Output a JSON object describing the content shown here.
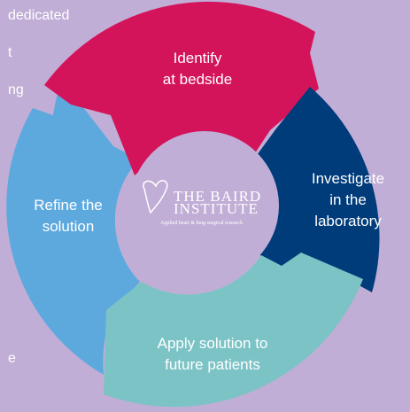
{
  "background_text": {
    "line1": "dedicated",
    "line2": "t",
    "line3": "ng",
    "line4": "e"
  },
  "cycle": {
    "segments": [
      {
        "id": "identify",
        "line1": "Identify",
        "line2": "at bedside",
        "color": "#d4145a"
      },
      {
        "id": "investigate",
        "line1": "Investigate",
        "line2": "in the",
        "line3": "laboratory",
        "color": "#003b7a"
      },
      {
        "id": "apply",
        "line1": "Apply solution to",
        "line2": "future patients",
        "color": "#7cc3c5"
      },
      {
        "id": "refine",
        "line1": "Refine the",
        "line2": "solution",
        "color": "#5da9de"
      }
    ],
    "hub_color": "#c1aed6"
  },
  "logo": {
    "name_line1": "THE BAIRD",
    "name_line2": "INSTITUTE",
    "tagline": "Applied heart & lung surgical research"
  }
}
